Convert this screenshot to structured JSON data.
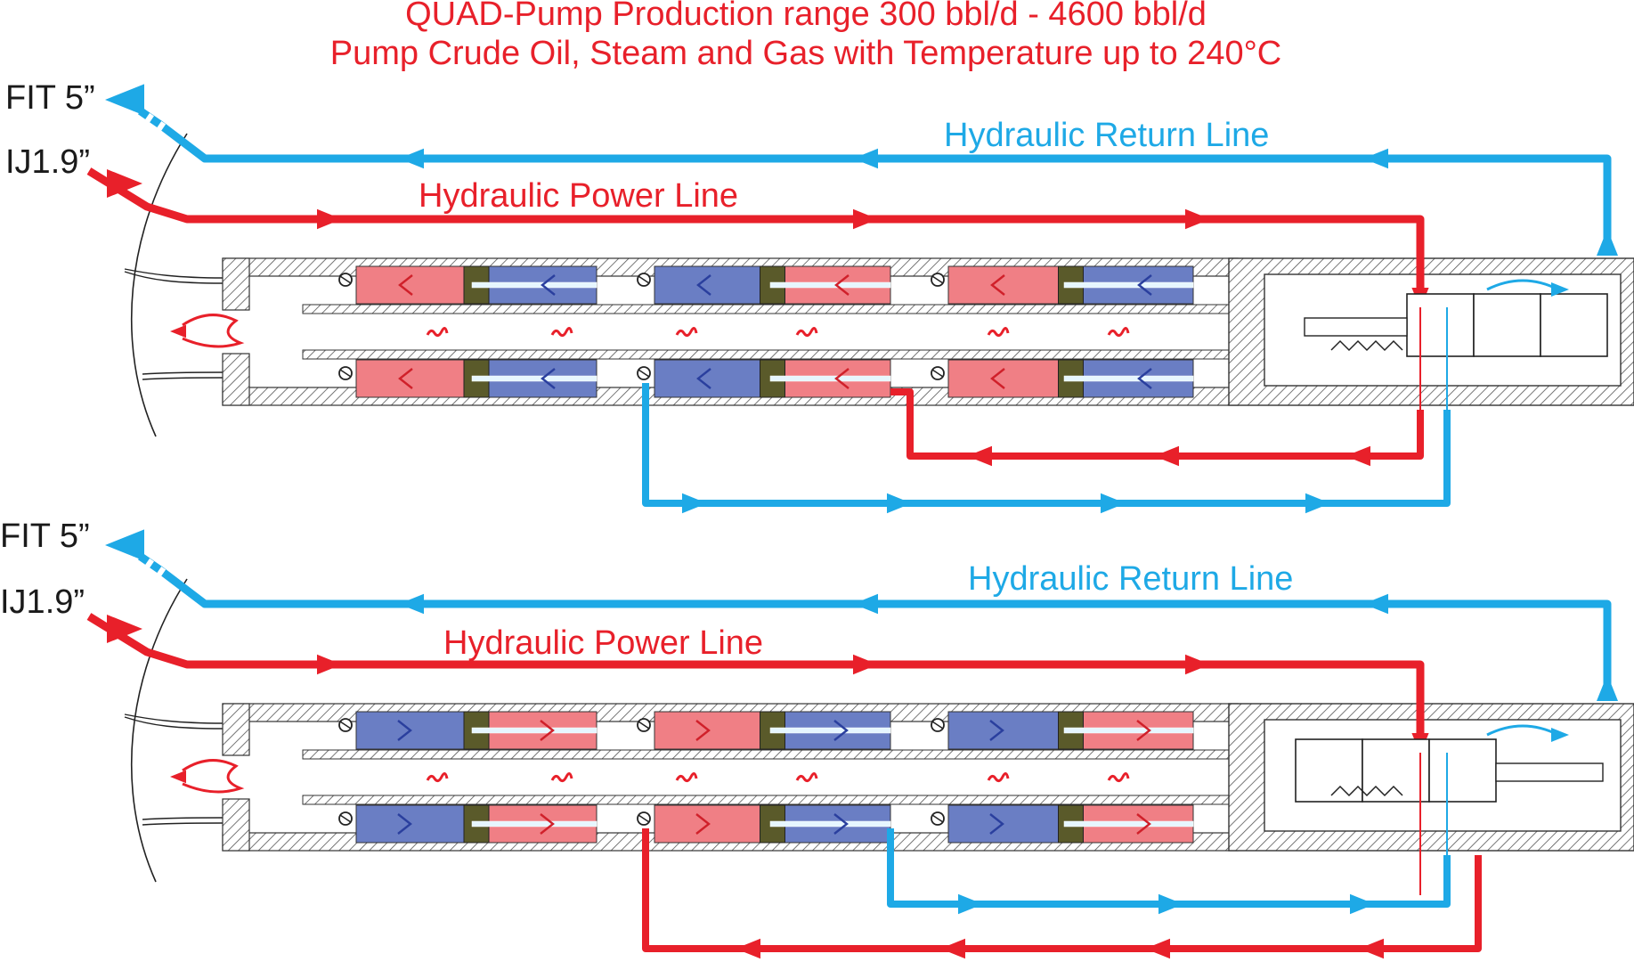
{
  "header": {
    "line1": "QUAD-Pump Production range 300 bbl/d - 4600 bbl/d",
    "line2": "Pump Crude Oil, Steam and Gas with Temperature up to 240°C"
  },
  "panels": [
    {
      "fit_label": "FIT 5”",
      "ij_label": "IJ1.9”",
      "return_label": "Hydraulic Return Line",
      "power_label": "Hydraulic Power Line"
    },
    {
      "fit_label": "FIT 5”",
      "ij_label": "IJ1.9”",
      "return_label": "Hydraulic Return Line",
      "power_label": "Hydraulic Power Line"
    }
  ],
  "colors": {
    "power": "#e8202a",
    "return": "#1ea9e6",
    "chamber_red": "#f07f85",
    "chamber_blue": "#6a7ec4",
    "seal": "#5a5a2a",
    "rod": "#e6f6ff"
  }
}
